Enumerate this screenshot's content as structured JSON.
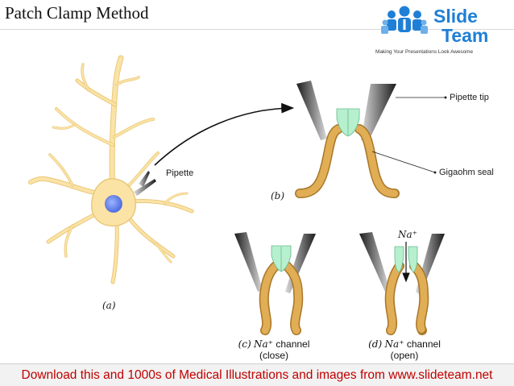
{
  "slide": {
    "title": "Patch Clamp Method",
    "footer_text": "Download this and 1000s of Medical Illustrations and images from www.slideteam.net"
  },
  "logo": {
    "word1": "Slide",
    "word2": "Team",
    "tagline": "Making Your Presentations Look Awesome",
    "color_primary": "#1f7fd6"
  },
  "labels": {
    "pipette": "Pipette",
    "pipette_tip": "Pipette tip",
    "gigaohm_seal": "Gigaohm seal",
    "na_ion": "Na⁺"
  },
  "panels": {
    "a": "(a)",
    "b": "(b)",
    "c": {
      "tag": "(c)",
      "ion": "Na⁺",
      "line1": " channel",
      "line2": "(close)"
    },
    "d": {
      "tag": "(d)",
      "ion": "Na⁺",
      "line1": " channel",
      "line2": "(open)"
    }
  },
  "colors": {
    "neuron_fill": "#fbe3a6",
    "neuron_stroke": "#e9c87a",
    "nucleus": "#6f8ff0",
    "channel": "#b6f0cf",
    "membrane": "#d9a14a",
    "footer_text": "#c00000"
  }
}
